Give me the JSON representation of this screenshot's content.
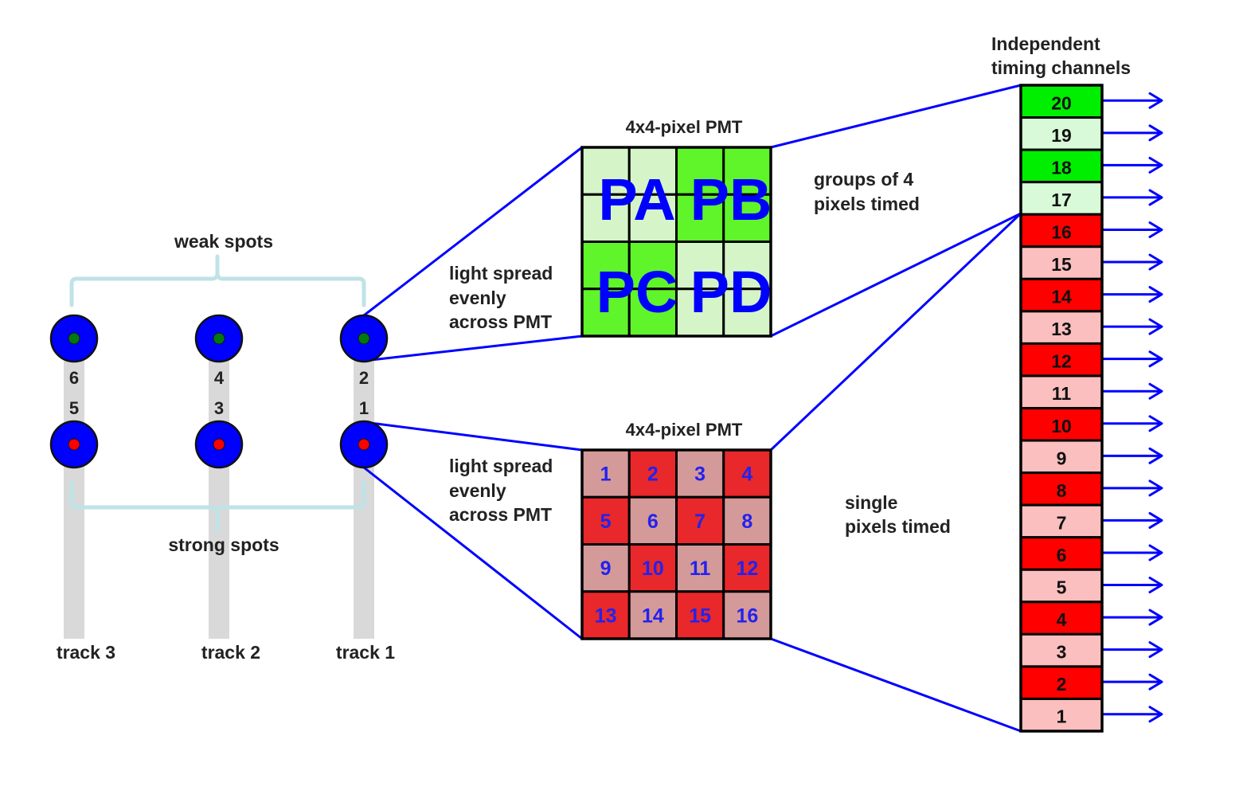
{
  "colors": {
    "connector": "#0000ff",
    "brace": "#bfe3e6",
    "track": "#d9d9d9",
    "spot_outer": "#0000ff",
    "weak_dot": "#007a10",
    "strong_dot": "#ff0000",
    "green_dark": "#5ff52a",
    "green_light": "#d5f5c8",
    "pmt_red_dark": "#e8282b",
    "pmt_red_light": "#d49a9a",
    "ch_green_dark": "#00ee00",
    "ch_green_light": "#d8fad8",
    "ch_red_dark": "#ff0000",
    "ch_red_light": "#fbbfc0"
  },
  "tracks": {
    "labels": [
      "track 3",
      "track 2",
      "track 1"
    ],
    "spot_numbers_weak": [
      "6",
      "4",
      "2"
    ],
    "spot_numbers_strong": [
      "5",
      "3",
      "1"
    ],
    "weak_label": "weak spots",
    "strong_label": "strong spots"
  },
  "pmt_top": {
    "title": "4x4-pixel PMT",
    "side_note": [
      "light spread",
      "evenly",
      "across PMT"
    ],
    "cell_shades": [
      [
        "light",
        "light",
        "dark",
        "dark"
      ],
      [
        "light",
        "light",
        "dark",
        "dark"
      ],
      [
        "dark",
        "dark",
        "light",
        "light"
      ],
      [
        "dark",
        "dark",
        "light",
        "light"
      ]
    ],
    "groups": [
      "PA",
      "PB",
      "PC",
      "PD"
    ],
    "annotation": [
      "groups of 4",
      "pixels timed"
    ]
  },
  "pmt_bottom": {
    "title": "4x4-pixel PMT",
    "side_note": [
      "light spread",
      "evenly",
      "across PMT"
    ],
    "pixels": [
      "1",
      "2",
      "3",
      "4",
      "5",
      "6",
      "7",
      "8",
      "9",
      "10",
      "11",
      "12",
      "13",
      "14",
      "15",
      "16"
    ],
    "cell_shades": [
      [
        "light",
        "dark",
        "light",
        "dark"
      ],
      [
        "dark",
        "light",
        "dark",
        "light"
      ],
      [
        "light",
        "dark",
        "light",
        "dark"
      ],
      [
        "dark",
        "light",
        "dark",
        "light"
      ]
    ],
    "annotation": [
      "single",
      "pixels timed"
    ]
  },
  "channels": {
    "title": [
      "Independent",
      "timing channels"
    ],
    "items": [
      {
        "label": "20",
        "color": "green",
        "shade": "dark"
      },
      {
        "label": "19",
        "color": "green",
        "shade": "light"
      },
      {
        "label": "18",
        "color": "green",
        "shade": "dark"
      },
      {
        "label": "17",
        "color": "green",
        "shade": "light"
      },
      {
        "label": "16",
        "color": "red",
        "shade": "dark"
      },
      {
        "label": "15",
        "color": "red",
        "shade": "light"
      },
      {
        "label": "14",
        "color": "red",
        "shade": "dark"
      },
      {
        "label": "13",
        "color": "red",
        "shade": "light"
      },
      {
        "label": "12",
        "color": "red",
        "shade": "dark"
      },
      {
        "label": "11",
        "color": "red",
        "shade": "light"
      },
      {
        "label": "10",
        "color": "red",
        "shade": "dark"
      },
      {
        "label": "9",
        "color": "red",
        "shade": "light"
      },
      {
        "label": "8",
        "color": "red",
        "shade": "dark"
      },
      {
        "label": "7",
        "color": "red",
        "shade": "light"
      },
      {
        "label": "6",
        "color": "red",
        "shade": "dark"
      },
      {
        "label": "5",
        "color": "red",
        "shade": "light"
      },
      {
        "label": "4",
        "color": "red",
        "shade": "dark"
      },
      {
        "label": "3",
        "color": "red",
        "shade": "light"
      },
      {
        "label": "2",
        "color": "red",
        "shade": "dark"
      },
      {
        "label": "1",
        "color": "red",
        "shade": "light"
      }
    ]
  }
}
